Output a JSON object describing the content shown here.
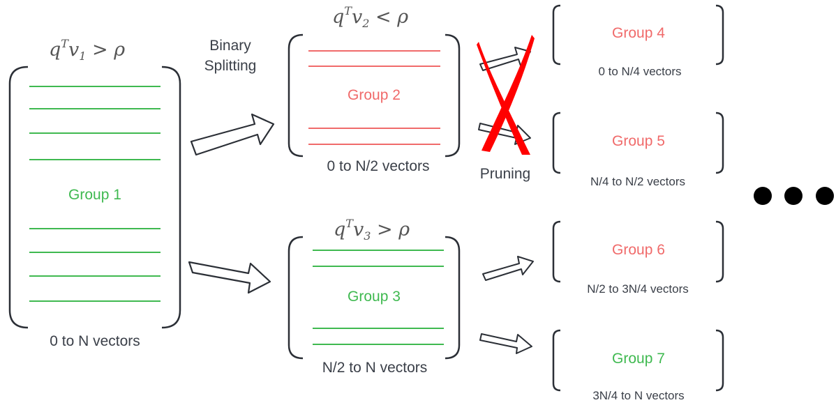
{
  "colors": {
    "green": "#3fb950",
    "red": "#f06a6a",
    "bracket": "#2b2f36",
    "cross": "#ff0000",
    "text": "#3a3f48"
  },
  "labels": {
    "binary_line1": "Binary",
    "binary_line2": "Splitting",
    "pruning": "Pruning"
  },
  "conditions": {
    "c1": {
      "q": "q",
      "sup": "T",
      "v": "v",
      "sub": "1",
      "op": " > ρ"
    },
    "c2": {
      "q": "q",
      "sup": "T",
      "v": "v",
      "sub": "2",
      "op": " < ρ"
    },
    "c3": {
      "q": "q",
      "sup": "T",
      "v": "v",
      "sub": "3",
      "op": " > ρ"
    }
  },
  "groups": {
    "g1": {
      "name": "Group 1",
      "range": "0 to N vectors"
    },
    "g2": {
      "name": "Group 2",
      "range": "0 to N/2 vectors"
    },
    "g3": {
      "name": "Group 3",
      "range": "N/2 to N vectors"
    },
    "g4": {
      "name": "Group 4",
      "range": "0 to N/4 vectors"
    },
    "g5": {
      "name": "Group 5",
      "range": "N/4 to N/2 vectors"
    },
    "g6": {
      "name": "Group 6",
      "range": "N/2 to 3N/4 vectors"
    },
    "g7": {
      "name": "Group 7",
      "range": "3N/4 to N vectors"
    }
  },
  "ellipsis": "continuation-dots"
}
